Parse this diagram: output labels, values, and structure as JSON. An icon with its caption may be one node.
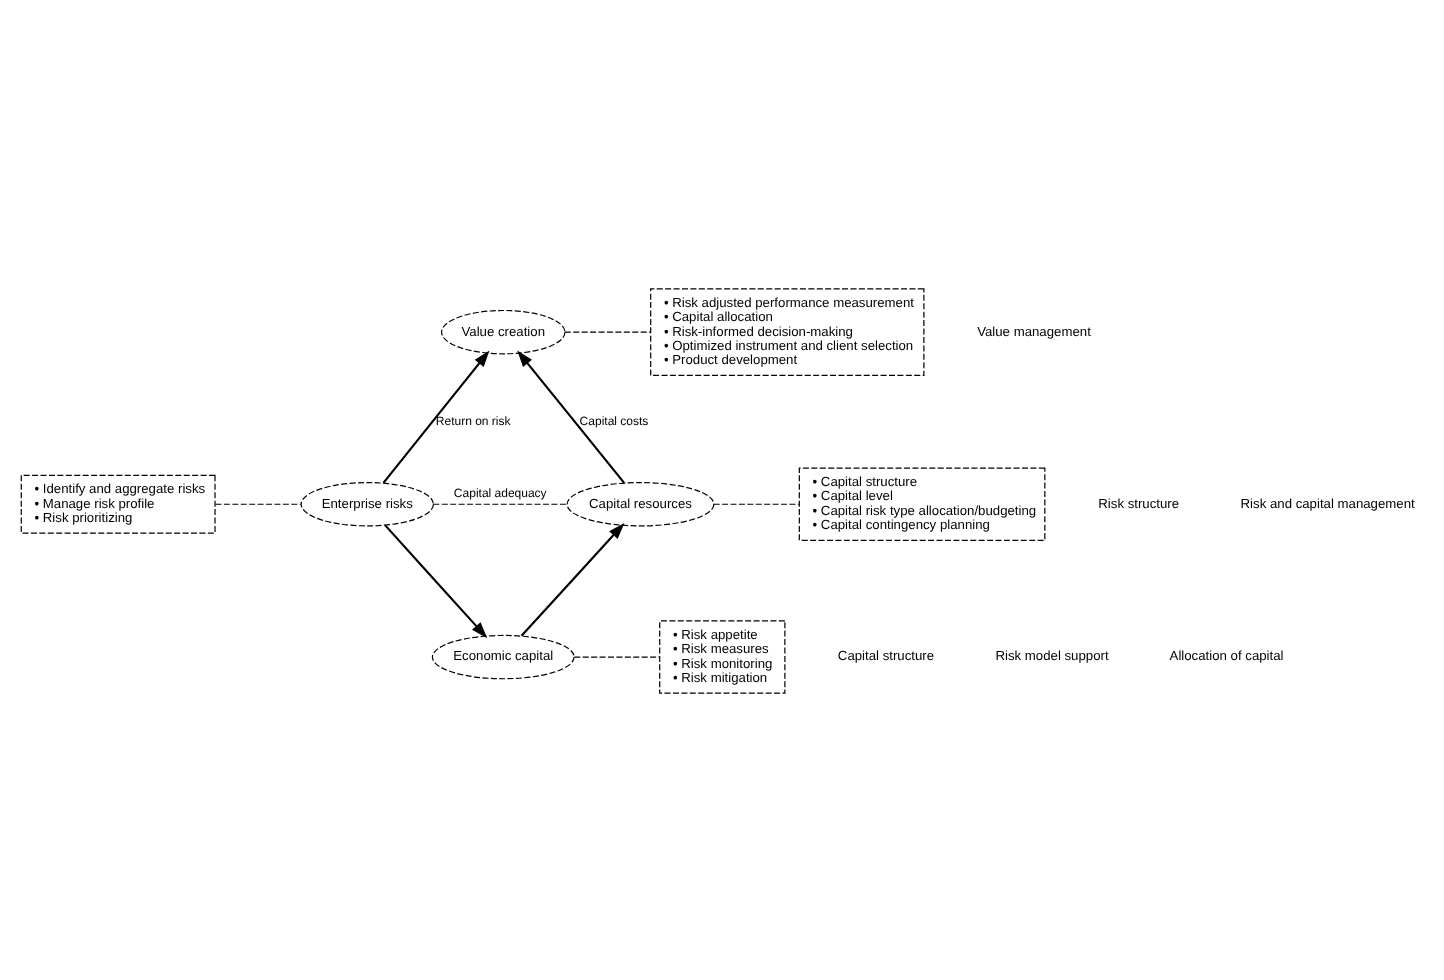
{
  "diagram": {
    "nodes": [
      {
        "text": [
          "Value creation"
        ]
      },
      {
        "text": [
          "• Risk adjusted performance measurement",
          "• Capital allocation",
          "• Risk-informed decision-making",
          "• Optimized instrument and client selection",
          "• Product development"
        ]
      },
      {
        "text": [
          "• Identify and aggregate risks",
          "• Manage risk profile",
          "• Risk prioritizing"
        ]
      },
      {
        "text": [
          "Enterprise risks"
        ]
      },
      {
        "text": [
          "Capital resources"
        ]
      },
      {
        "text": [
          "• Capital structure",
          "• Capital level",
          "• Capital risk type allocation/budgeting",
          "• Capital contingency planning"
        ]
      },
      {
        "text": [
          "Economic capital"
        ]
      },
      {
        "text": [
          "• Risk appetite",
          "• Risk measures",
          "• Risk monitoring",
          "• Risk mitigation"
        ]
      }
    ],
    "edges": [
      {
        "from": 3,
        "to": 0,
        "arrow": "to",
        "label": "Return on risk"
      },
      {
        "from": 4,
        "to": 0,
        "arrow": "to",
        "label": "Capital costs"
      },
      {
        "from": 3,
        "to": 6,
        "arrow": "to"
      },
      {
        "from": 6,
        "to": 4,
        "arrow": "to"
      },
      {
        "from": 3,
        "to": 4,
        "arrow": "none",
        "style": "dashed",
        "label": "Capital adequacy"
      },
      {
        "from": 0,
        "to": 1,
        "arrow": "none",
        "style": "dashed"
      },
      {
        "from": 2,
        "to": 3,
        "arrow": "none",
        "style": "dashed"
      },
      {
        "from": 4,
        "to": 5,
        "arrow": "none",
        "style": "dashed"
      },
      {
        "from": 6,
        "to": 7,
        "arrow": "none",
        "style": "dashed"
      }
    ],
    "labels": [
      "Value management",
      "Risk structure",
      "Risk and capital management",
      "Capital structure",
      "Risk model support",
      "Allocation of capital"
    ]
  }
}
